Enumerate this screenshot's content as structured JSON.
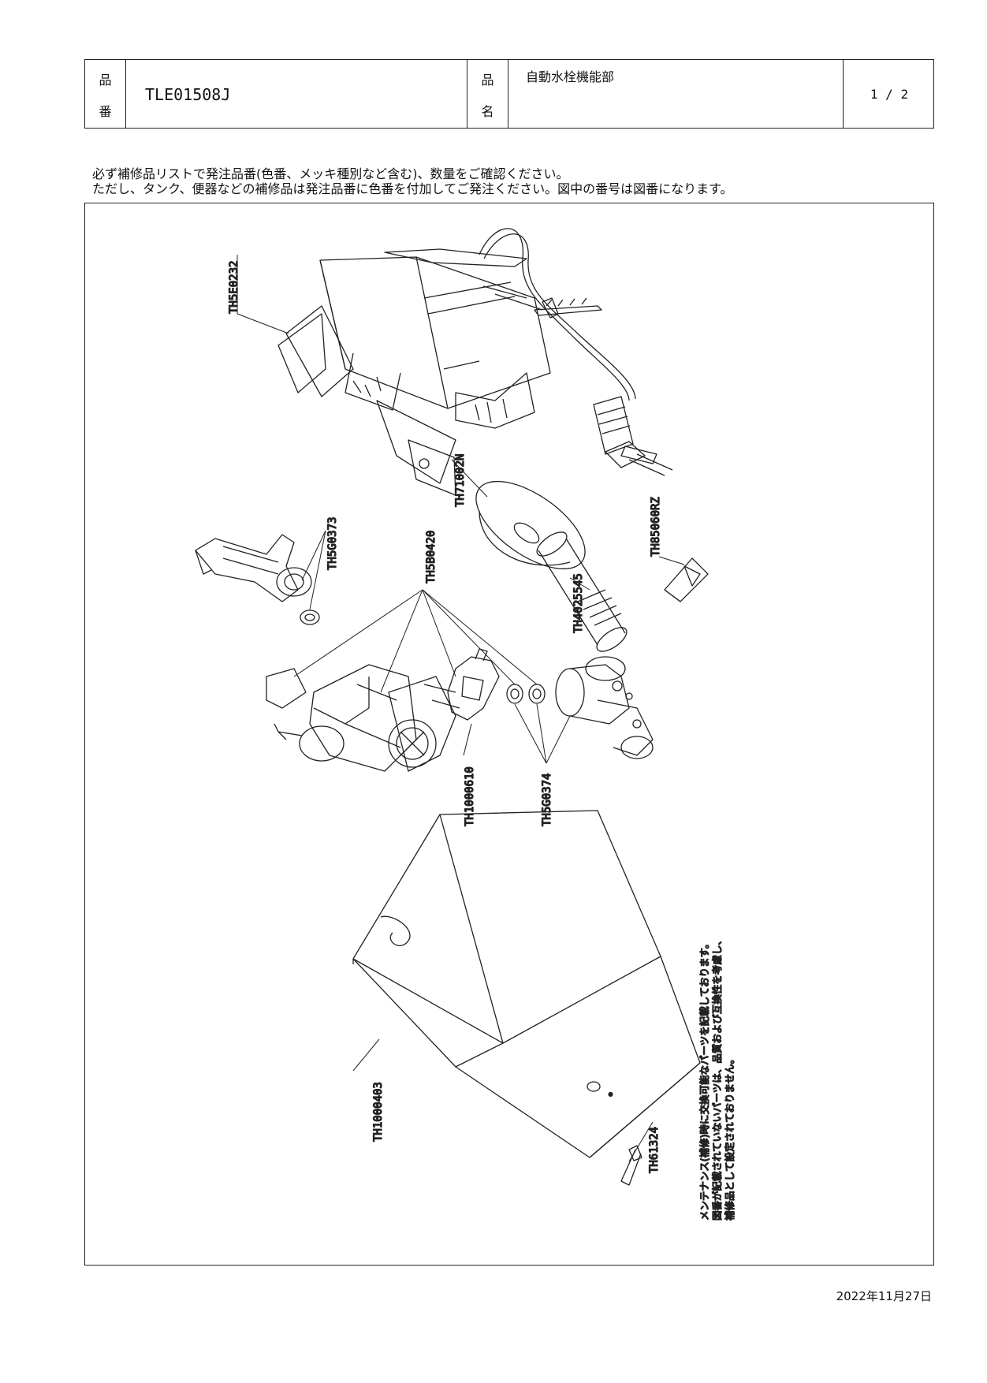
{
  "header": {
    "part_no_label_1": "品",
    "part_no_label_2": "番",
    "part_no": "TLE01508J",
    "name_label_1": "品",
    "name_label_2": "名",
    "name": "自動水栓機能部",
    "page": "1 / 2"
  },
  "notice": {
    "line1": "必ず補修品リストで発注品番(色番、メッキ種別など含む)、数量をご確認ください。",
    "line2": "ただし、タンク、便器などの補修品は発注品番に色番を付加してご発注ください。図中の番号は図番になります。"
  },
  "parts": {
    "p1": "TH5E0232",
    "p2": "TH71002N",
    "p3": "TH5G0373",
    "p4": "TH5B0420",
    "p5": "TH4025545",
    "p6": "TH85060RZ",
    "p7": "TH1000610",
    "p8": "TH5G0374",
    "p9": "TH1000403",
    "p10": "TH61324"
  },
  "maintenance_note": {
    "line1": "メンテナンス(補修)時に交換可能なパーツを記載しております。",
    "line2": "図番が記載されていないパーツは、品質および互換性を考慮し、",
    "line3": "補修品として設定されておりません。"
  },
  "date": "2022年11月27日"
}
